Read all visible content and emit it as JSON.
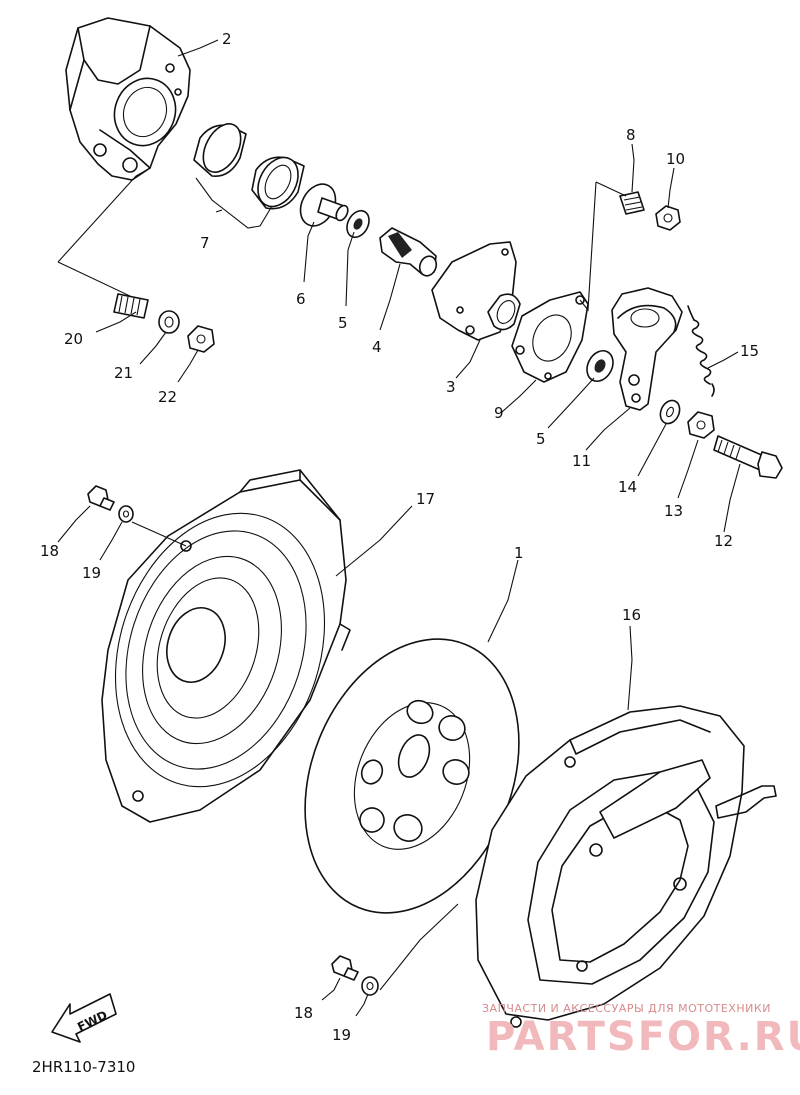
{
  "diagram_code": "2HR110-7310",
  "fwd_label": "FWD",
  "watermark": {
    "line1": "ЗАПЧАСТИ И АКСЕССУАРЫ ДЛЯ МОТОТЕХНИКИ",
    "line2": "PARTSFOR.RU"
  },
  "callouts": [
    {
      "id": "c2",
      "text": "2"
    },
    {
      "id": "c7",
      "text": "7"
    },
    {
      "id": "c6",
      "text": "6"
    },
    {
      "id": "c5a",
      "text": "5"
    },
    {
      "id": "c4",
      "text": "4"
    },
    {
      "id": "c3",
      "text": "3"
    },
    {
      "id": "c9",
      "text": "9"
    },
    {
      "id": "c5b",
      "text": "5"
    },
    {
      "id": "c8",
      "text": "8"
    },
    {
      "id": "c10",
      "text": "10"
    },
    {
      "id": "c15",
      "text": "15"
    },
    {
      "id": "c11",
      "text": "11"
    },
    {
      "id": "c14",
      "text": "14"
    },
    {
      "id": "c13",
      "text": "13"
    },
    {
      "id": "c12",
      "text": "12"
    },
    {
      "id": "c20",
      "text": "20"
    },
    {
      "id": "c21",
      "text": "21"
    },
    {
      "id": "c22",
      "text": "22"
    },
    {
      "id": "c18a",
      "text": "18"
    },
    {
      "id": "c19a",
      "text": "19"
    },
    {
      "id": "c17",
      "text": "17"
    },
    {
      "id": "c1",
      "text": "1"
    },
    {
      "id": "c16",
      "text": "16"
    },
    {
      "id": "c18b",
      "text": "18"
    },
    {
      "id": "c19b",
      "text": "19"
    }
  ]
}
